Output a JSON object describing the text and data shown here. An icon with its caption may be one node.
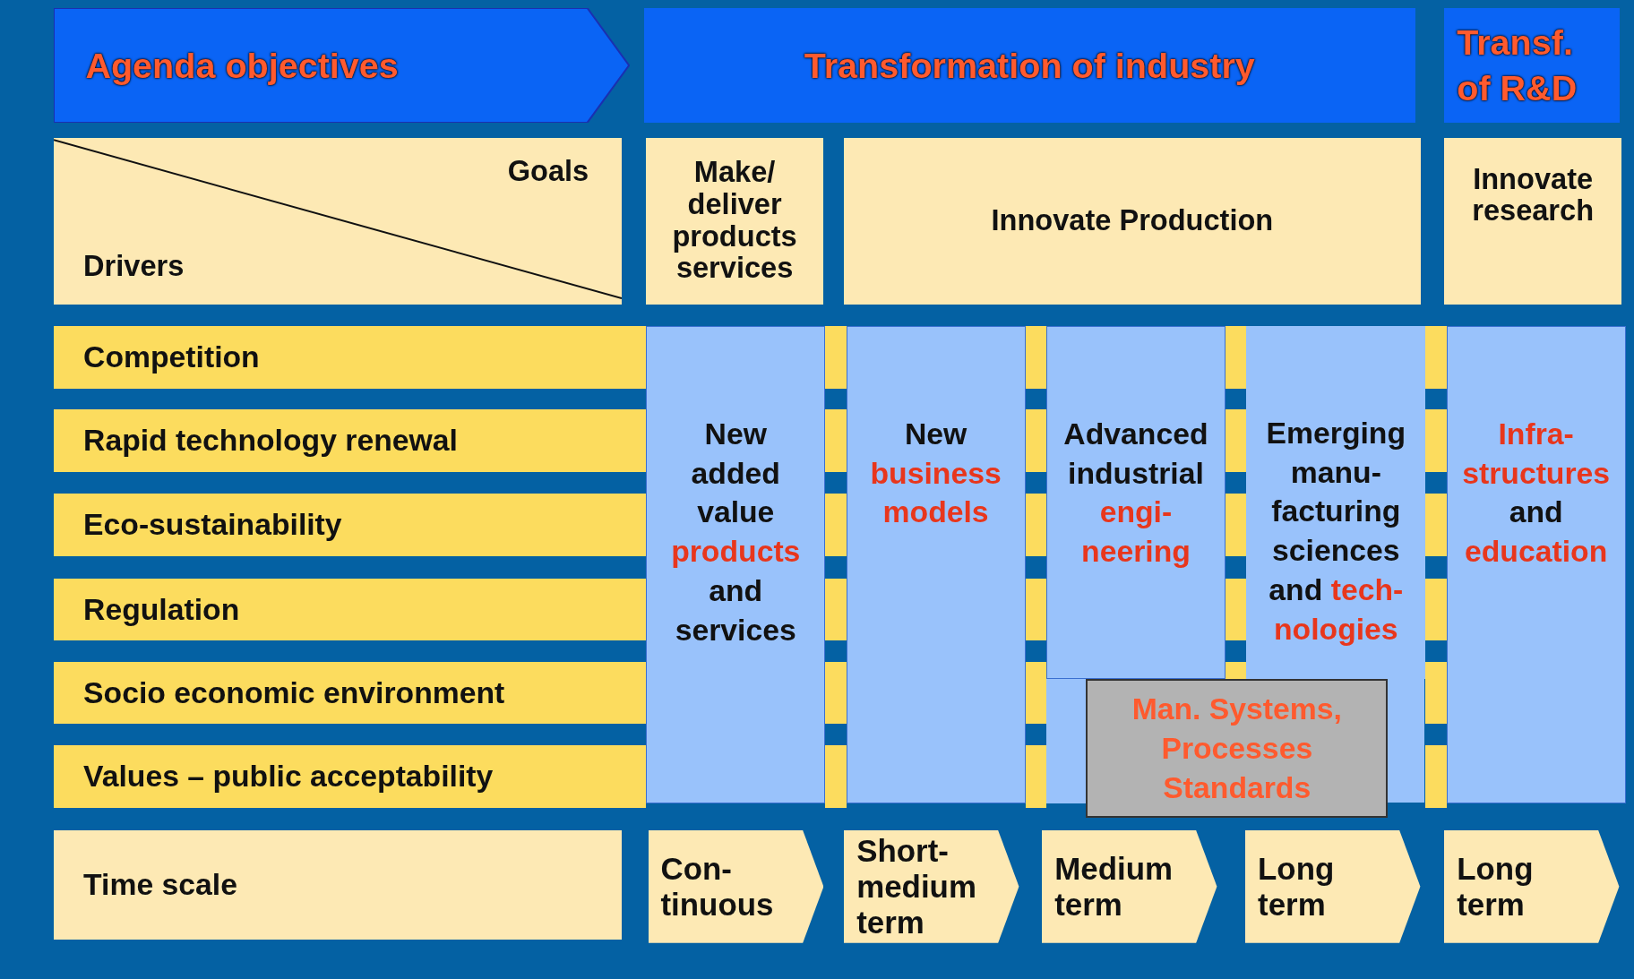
{
  "diagram": {
    "nodes": [
      {
        "text": [
          "Agenda objectives"
        ]
      },
      {
        "text": [
          "Transformation of industry"
        ]
      },
      {
        "text": [
          "Transf. of R&D"
        ]
      },
      {
        "text": [
          "Goals",
          "Drivers"
        ]
      },
      {
        "text": [
          "Make/ deliver products services"
        ]
      },
      {
        "text": [
          "Innovate Production"
        ]
      },
      {
        "text": [
          "Innovate research"
        ]
      },
      {
        "text": [
          "Competition"
        ]
      },
      {
        "text": [
          "Rapid technology renewal"
        ]
      },
      {
        "text": [
          "Eco-sustainability"
        ]
      },
      {
        "text": [
          "Regulation"
        ]
      },
      {
        "text": [
          "Socio economic environment"
        ]
      },
      {
        "text": [
          "Values – public acceptability"
        ]
      },
      {
        "text": [
          "New added value",
          "products",
          "and services"
        ]
      },
      {
        "text": [
          "New",
          "business models"
        ]
      },
      {
        "text": [
          "Advanced industrial",
          "engi- neering"
        ]
      },
      {
        "text": [
          "Emerging manu- facturing sciences and",
          "tech- nologies"
        ]
      },
      {
        "text": [
          "Infra- structures",
          "and",
          "education"
        ]
      },
      {
        "text": [
          "Man. Systems, Processes Standards"
        ]
      },
      {
        "text": [
          "Time scale"
        ]
      },
      {
        "text": [
          "Con- tinuous"
        ]
      },
      {
        "text": [
          "Short- medium term"
        ]
      },
      {
        "text": [
          "Medium term"
        ]
      },
      {
        "text": [
          "Long term"
        ]
      },
      {
        "text": [
          "Long term"
        ]
      }
    ]
  }
}
